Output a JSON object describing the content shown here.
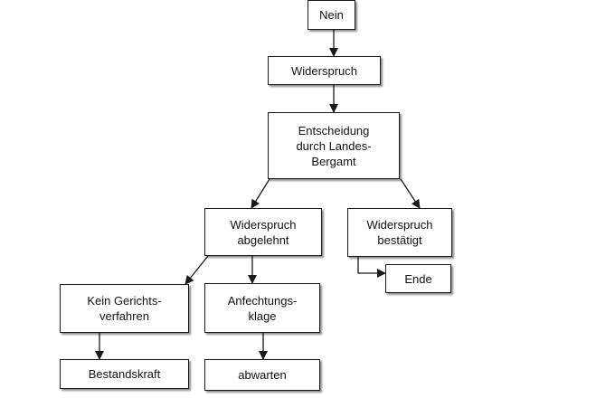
{
  "diagram": {
    "nodes": {
      "nein": "Nein",
      "widerspruch": "Widerspruch",
      "entscheidung": "Entscheidung\ndurch Landes-\nBergamt",
      "abgelehnt": "Widerspruch\nabgelehnt",
      "bestaetigt": "Widerspruch\nbestätigt",
      "ende": "Ende",
      "kein_gerichtsverfahren": "Kein Gerichts-\nverfahren",
      "anfechtungsklage": "Anfechtungs-\nklage",
      "bestandskraft": "Bestandskraft",
      "abwarten": "abwarten"
    }
  },
  "colors": {
    "line": "#1a1a1a",
    "box_border": "#1a1a1a",
    "background": "#ffffff"
  }
}
